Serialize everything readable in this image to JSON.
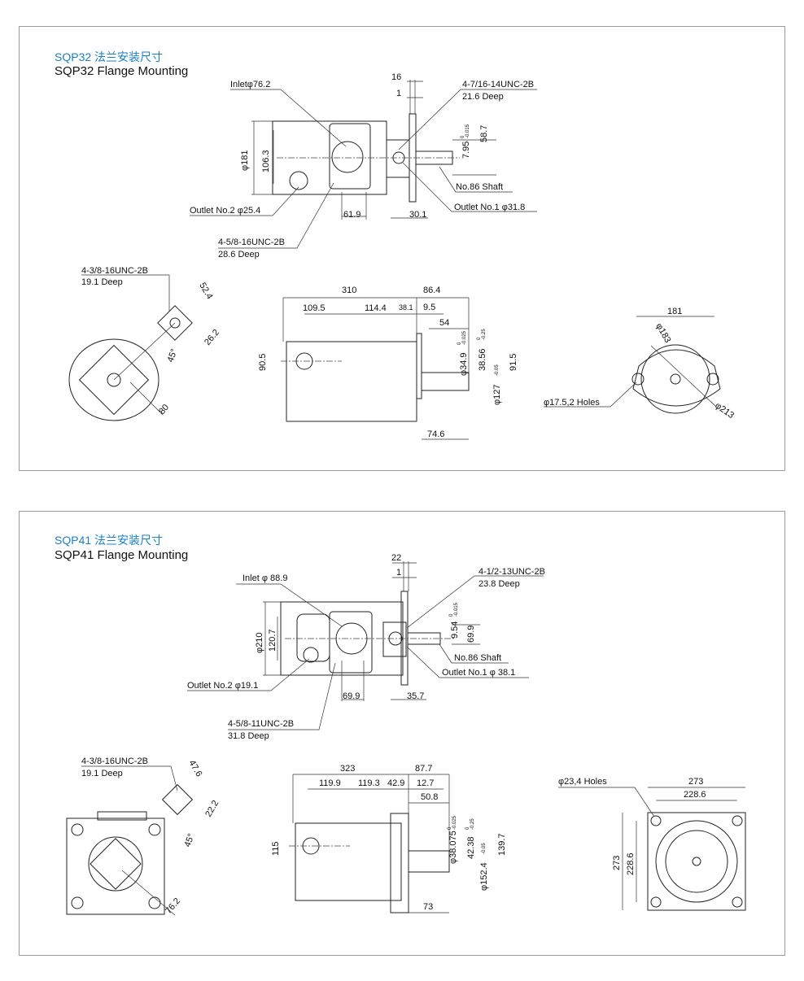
{
  "sections": [
    {
      "title_cn": "SQP32 法兰安装尺寸",
      "title_en": "SQP32 Flange Mounting",
      "labels": {
        "inlet": "Inletφ76.2",
        "d16": "16",
        "d1": "1",
        "port1_thread": "4-7/16-14UNC-2B",
        "port1_depth": "21.6 Deep",
        "d181": "φ181",
        "d106": "106.3",
        "key": "7.95",
        "key_tol_u": "0",
        "key_tol_l": "-0.015",
        "d58": "58.7",
        "shaft": "No.86 Shaft",
        "outlet1": "Outlet No.1 φ31.8",
        "outlet2": "Outlet No.2 φ25.4",
        "d61": "61.9",
        "d30": "30.1",
        "inlet_thread": "4-5/8-16UNC-2B",
        "inlet_depth": "28.6 Deep",
        "port2_thread": "4-3/8-16UNC-2B",
        "port2_depth": "19.1 Deep",
        "d52": "52.4",
        "d26": "26.2",
        "angle": "45°",
        "d80": "80",
        "d310": "310",
        "d86": "86.4",
        "d109": "109.5",
        "d114": "114.4",
        "d38": "38.1",
        "d9": "9.5",
        "d54": "54",
        "d90": "90.5",
        "shaft_d": "φ34.9",
        "shaft_tol_u": "0",
        "shaft_tol_l": "-0.025",
        "d3856": "38.56",
        "d3856_tol_u": "0",
        "d3856_tol_l": "-0.25",
        "d91": "91.5",
        "pilot": "φ127",
        "pilot_tol": "-0.05",
        "d74": "74.6",
        "d181b": "181",
        "d183": "φ183",
        "holes": "φ17.5,2 Holes",
        "d213": "φ213"
      }
    },
    {
      "title_cn": "SQP41 法兰安装尺寸",
      "title_en": "SQP41 Flange Mounting",
      "labels": {
        "inlet": "Inlet φ 88.9",
        "d22": "22",
        "d1": "1",
        "port1_thread": "4-1/2-13UNC-2B",
        "port1_depth": "23.8 Deep",
        "d210": "φ210",
        "d120": "120.7",
        "key": "9.54",
        "key_tol_u": "0",
        "key_tol_l": "-0.015",
        "d69": "69.9",
        "shaft": "No.86 Shaft",
        "outlet1": "Outlet No.1 φ 38.1",
        "outlet2": "Outlet No.2 φ19.1",
        "d69b": "69.9",
        "d35": "35.7",
        "inlet_thread": "4-5/8-11UNC-2B",
        "inlet_depth": "31.8 Deep",
        "port2_thread": "4-3/8-16UNC-2B",
        "port2_depth": "19.1 Deep",
        "d47": "47.6",
        "d22b": "22.2",
        "angle": "45°",
        "d76": "76.2",
        "d323": "323",
        "d87": "87.7",
        "d119a": "119.9",
        "d119b": "119.3",
        "d42": "42.9",
        "d12": "12.7",
        "d50": "50.8",
        "d115": "115",
        "shaft_d": "φ38.075",
        "shaft_tol_u": "0",
        "shaft_tol_l": "-0.025",
        "d4238": "42.38",
        "d4238_tol_u": "0",
        "d4238_tol_l": "-0.25",
        "d139": "139.7",
        "pilot": "φ152.4",
        "pilot_tol": "-0.05",
        "d73": "73",
        "holes": "φ23,4 Holes",
        "d273": "273",
        "d228": "228.6",
        "d273v": "273",
        "d228v": "228.6"
      }
    }
  ]
}
